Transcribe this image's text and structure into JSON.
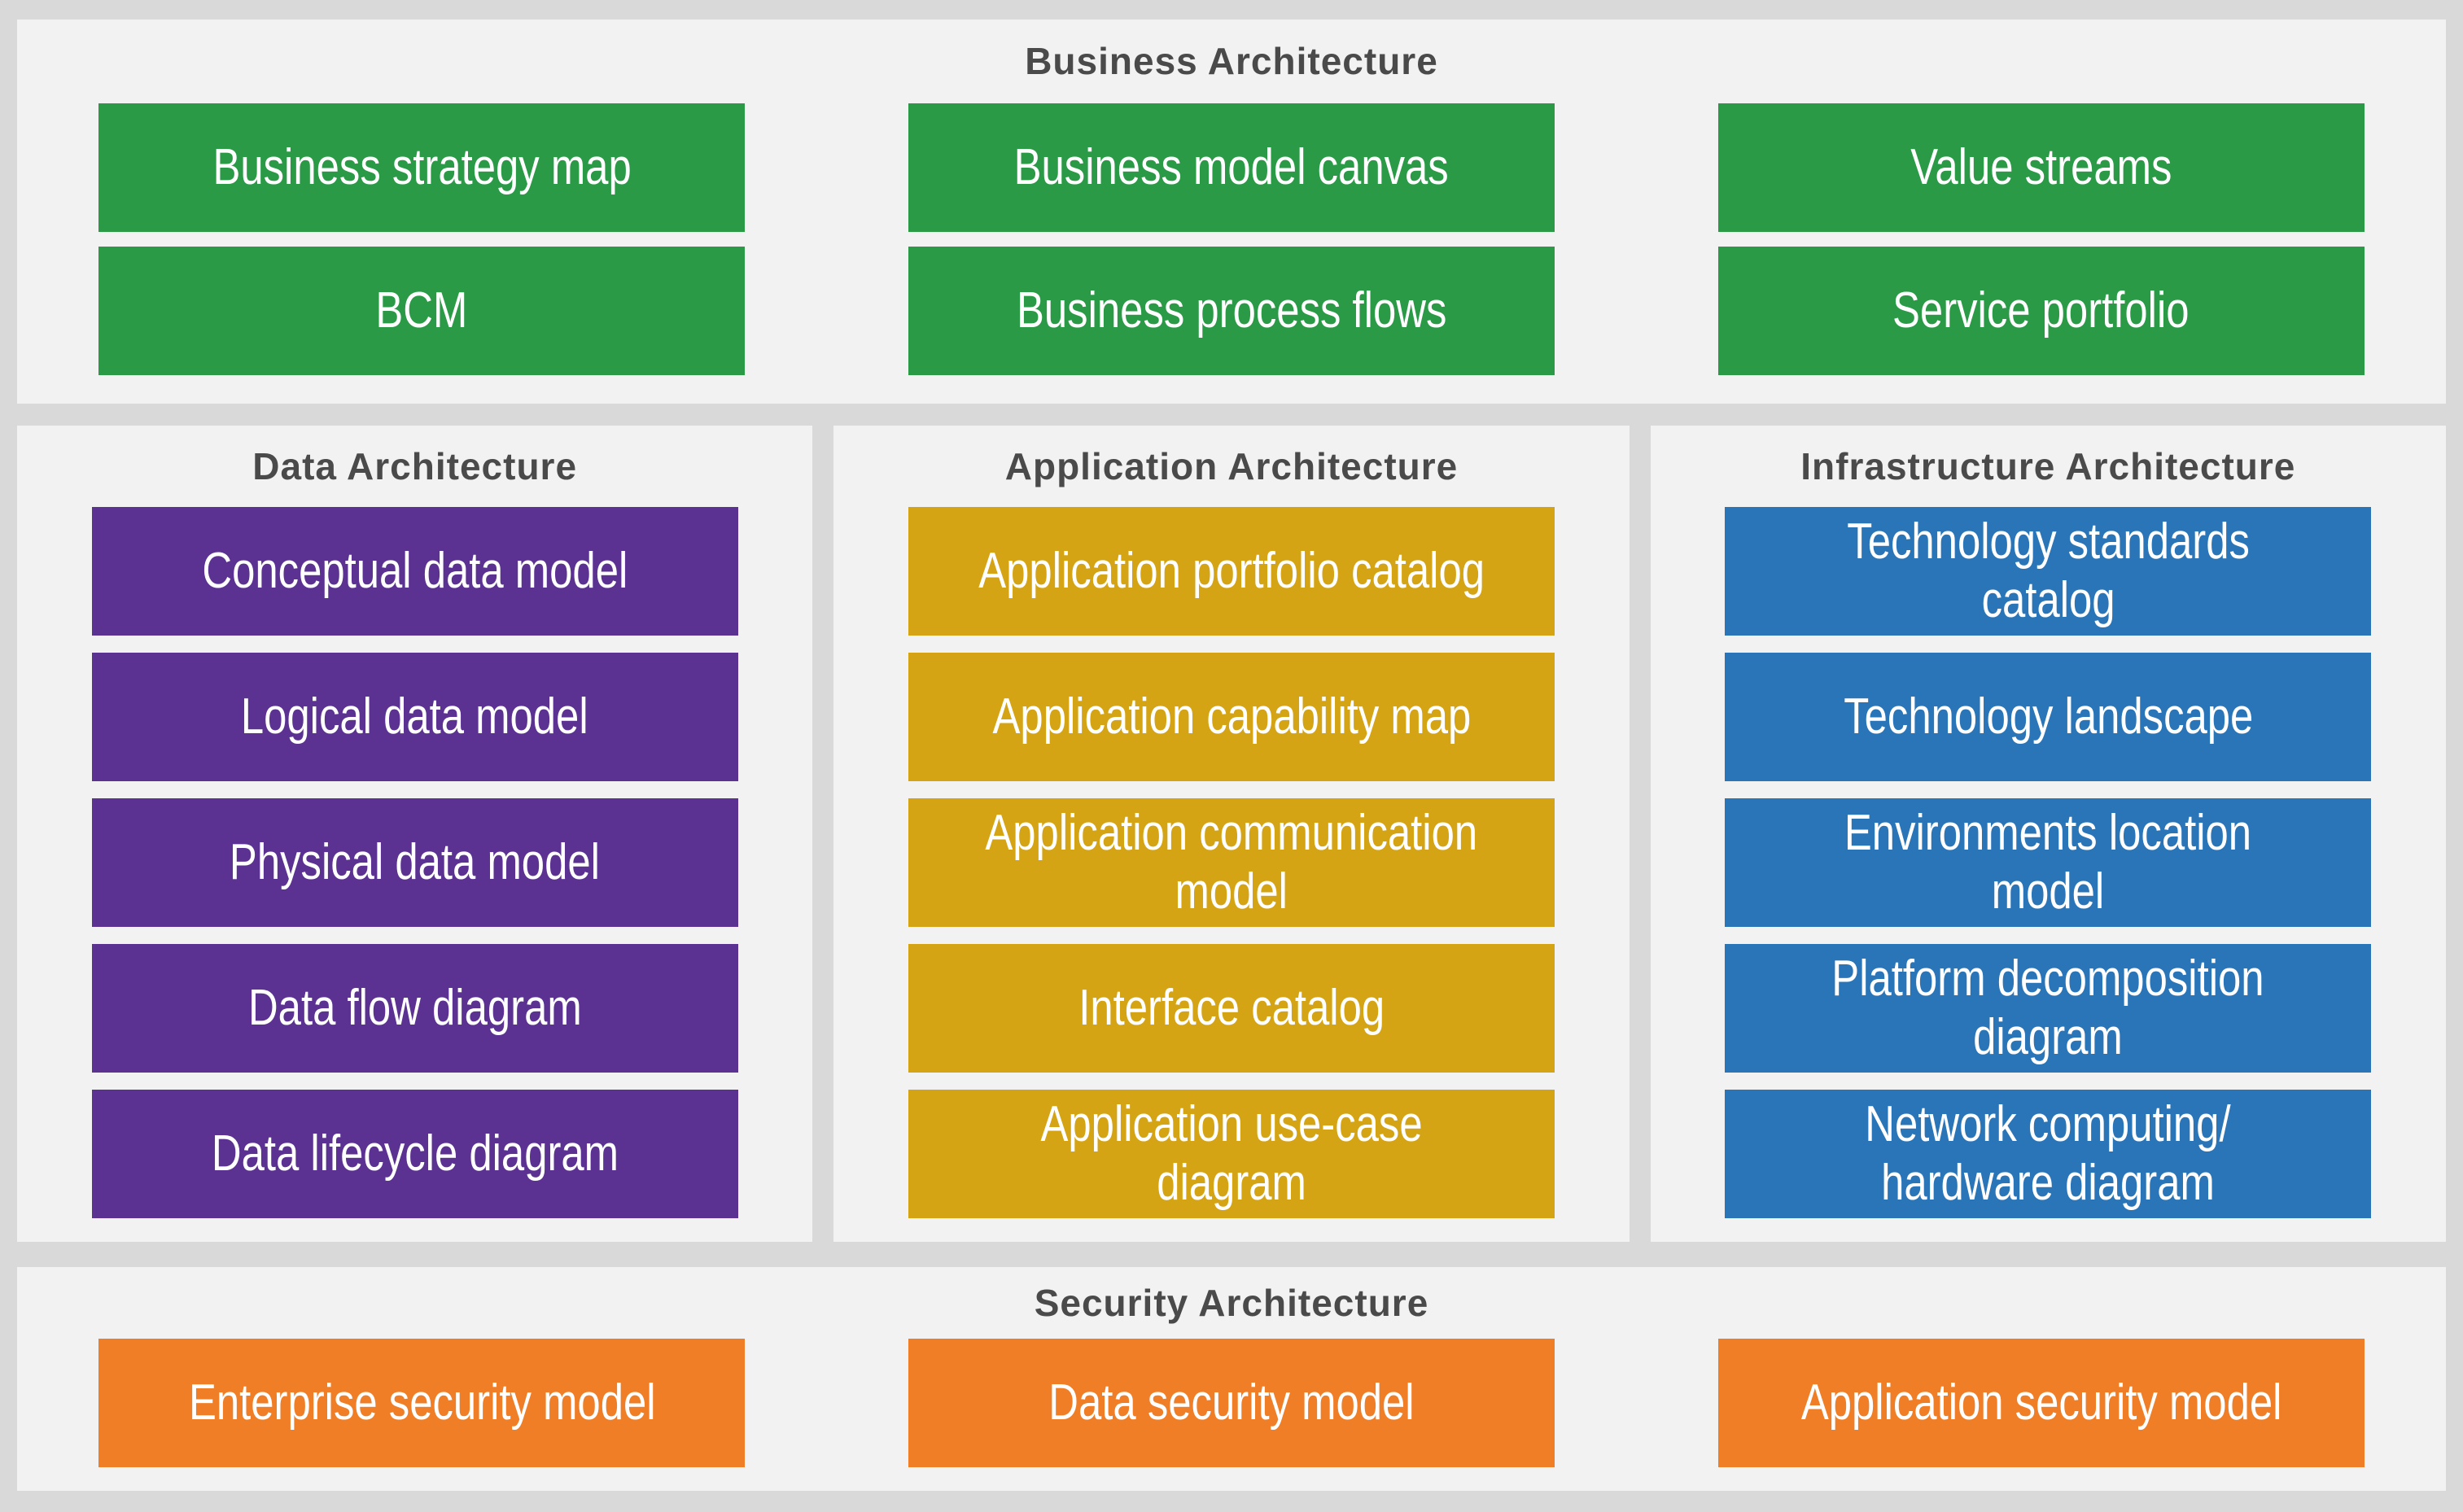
{
  "palette": {
    "page_bg": "#d9d9d9",
    "panel_bg": "#f2f2f2",
    "heading_color": "#4a4a4a",
    "label_color": "#ffffff",
    "green": "#2a9a47",
    "purple": "#5b3192",
    "gold": "#d4a415",
    "blue": "#2a75b8",
    "orange": "#f07e26"
  },
  "sections": {
    "business": {
      "title": "Business Architecture",
      "items": [
        "Business strategy map",
        "Business model canvas",
        "Value streams",
        "BCM",
        "Business process flows",
        "Service portfolio"
      ]
    },
    "data": {
      "title": "Data Architecture",
      "items": [
        "Conceptual data model",
        "Logical data model",
        "Physical data model",
        "Data flow diagram",
        "Data lifecycle diagram"
      ]
    },
    "application": {
      "title": "Application Architecture",
      "items": [
        "Application portfolio catalog",
        "Application capability map",
        "Application communication\nmodel",
        "Interface catalog",
        "Application use-case\ndiagram"
      ]
    },
    "infrastructure": {
      "title": "Infrastructure Architecture",
      "items": [
        "Technology standards\ncatalog",
        "Technology landscape",
        "Environments location model",
        "Platform decomposition\ndiagram",
        "Network computing/\nhardware diagram"
      ]
    },
    "security": {
      "title": "Security Architecture",
      "items": [
        "Enterprise security model",
        "Data security model",
        "Application security model"
      ]
    }
  }
}
